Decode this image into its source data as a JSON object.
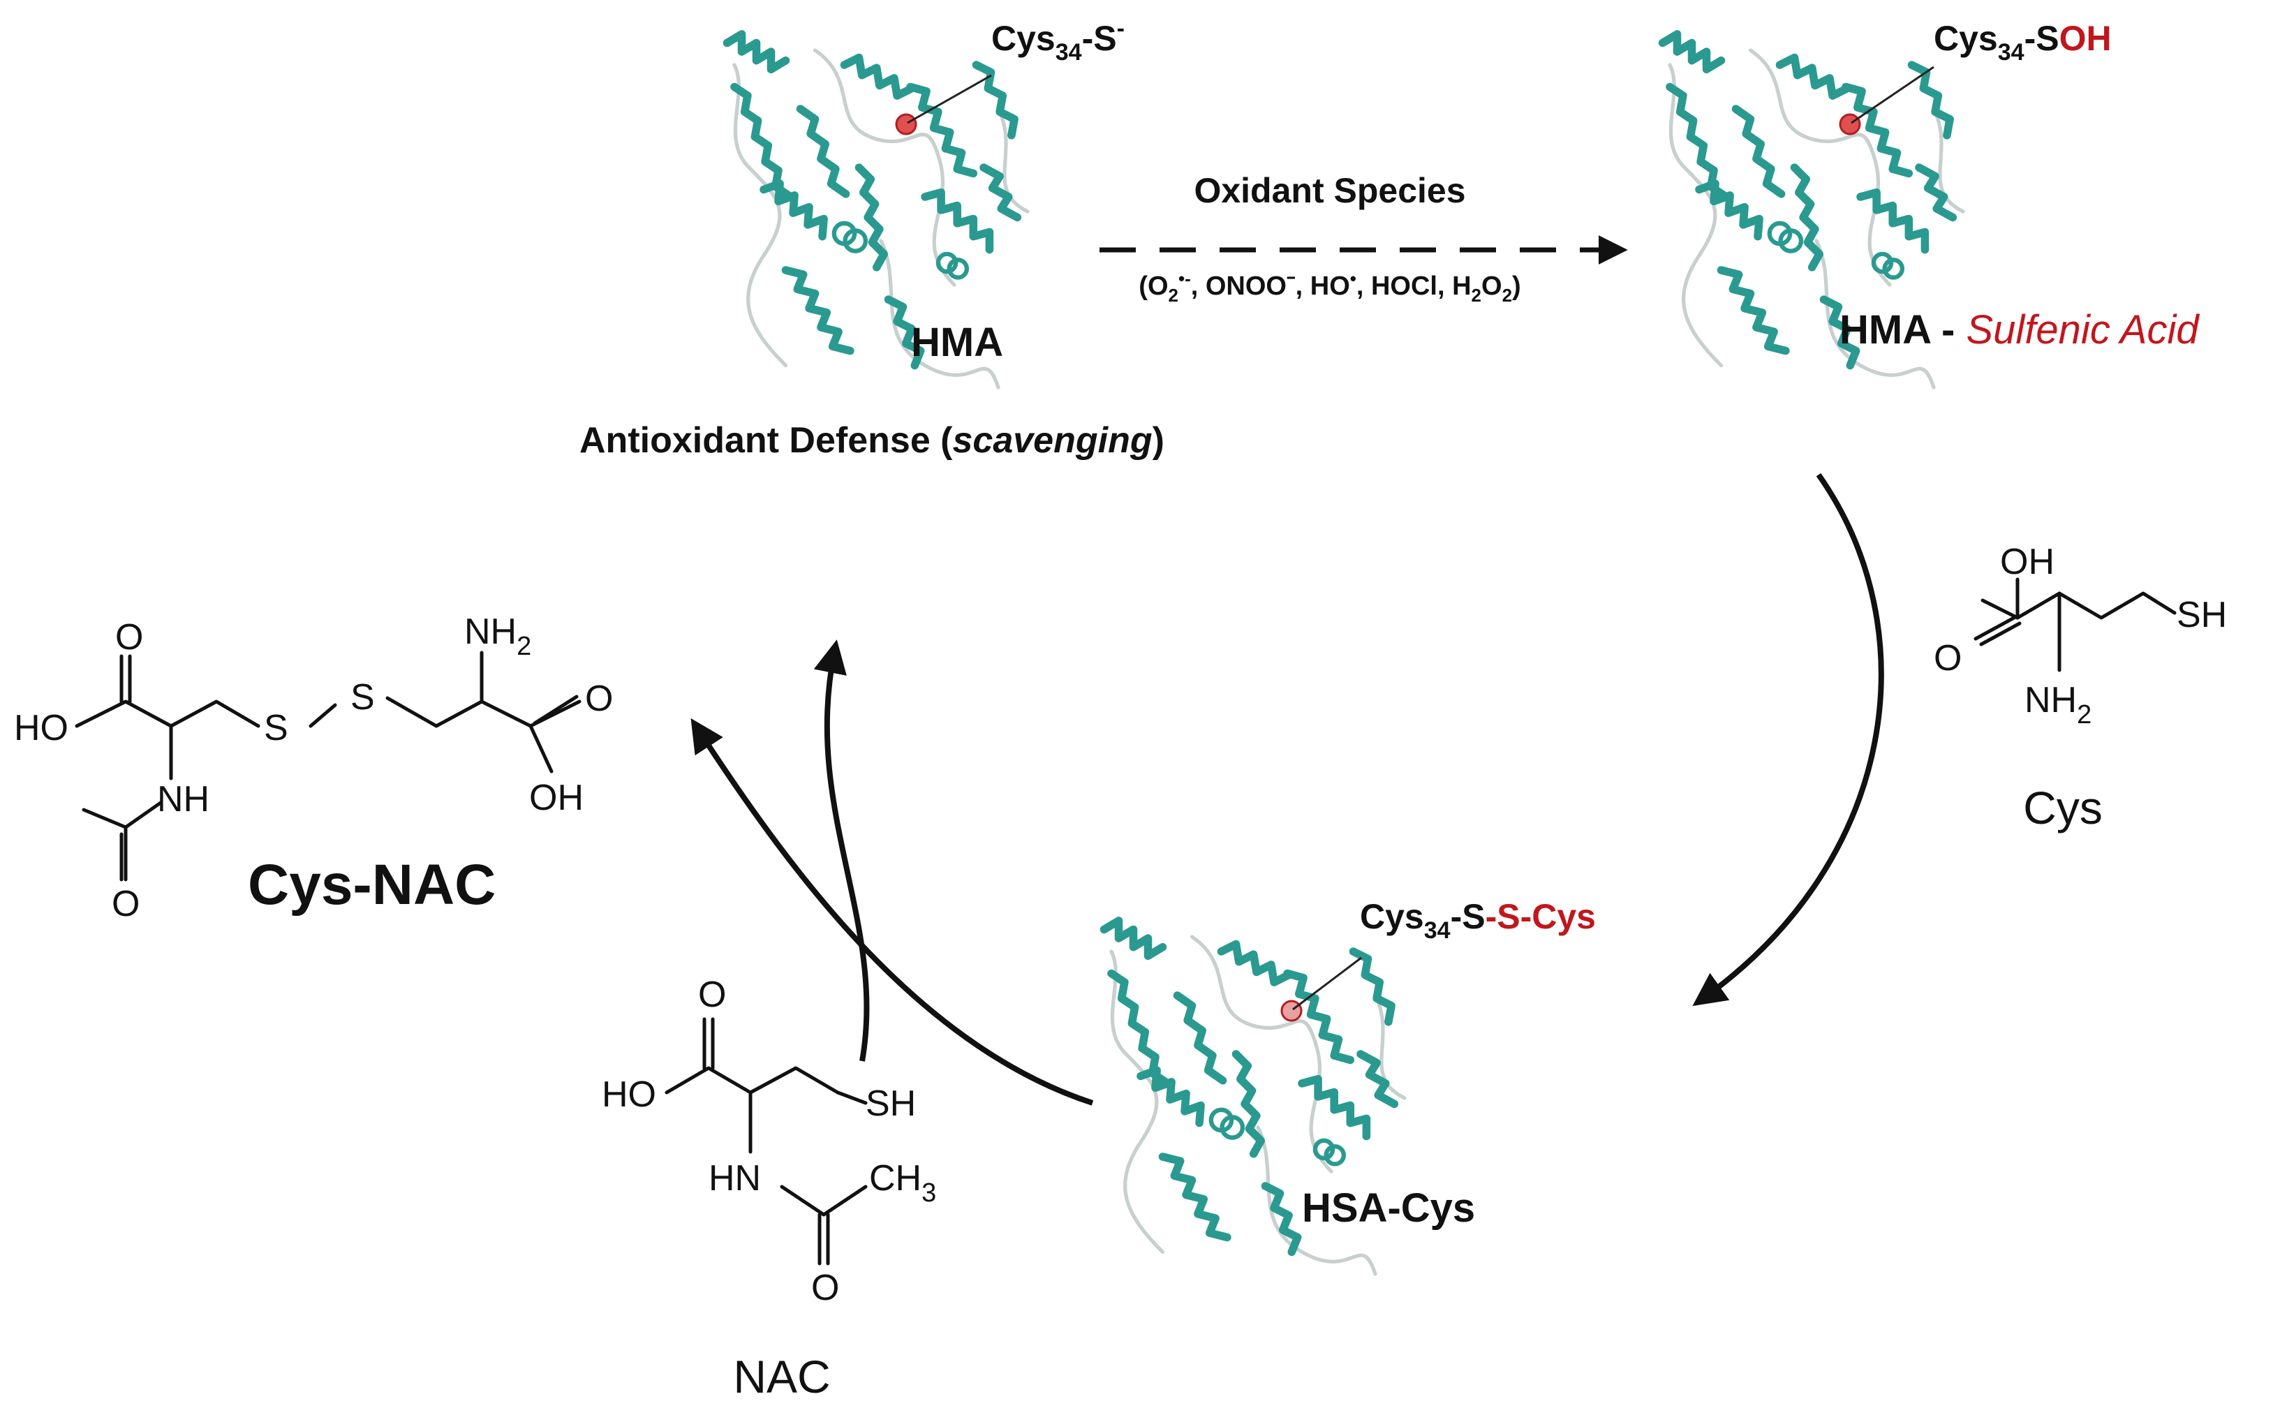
{
  "hma": {
    "site_label_main": "Cys",
    "site_label_sub": "34",
    "site_label_suffix": "-S",
    "site_label_sup": "-",
    "name": "HMA",
    "caption_prefix": "Antioxidant Defense (",
    "caption_italic": "scavenging",
    "caption_suffix": ")"
  },
  "oxidation_step": {
    "title": "Oxidant Species",
    "species_open": "(O",
    "species_sub1": "2",
    "species_sup1": "•-",
    "species_mid": ", ONOOˉ, HO",
    "species_sup2": "•",
    "species_rest": ", HOCl, H",
    "species_sub2": "2",
    "species_o": "O",
    "species_sub3": "2",
    "species_close": ")"
  },
  "hma_sulfenic": {
    "site_label_main": "Cys",
    "site_label_sub": "34",
    "site_label_suffix": "-S",
    "site_label_red": "OH",
    "name_prefix": "HMA - ",
    "name_red_italic": "Sulfenic Acid"
  },
  "cys_molecule": {
    "oh": "OH",
    "o": "O",
    "sh": "SH",
    "nh": "NH",
    "nh_sub": "2",
    "name": "Cys"
  },
  "hsa_cys": {
    "site_label_main": "Cys",
    "site_label_sub": "34",
    "site_label_suffix": "-S",
    "site_label_red": "-S-Cys",
    "name": "HSA-Cys"
  },
  "nac_molecule": {
    "o_top": "O",
    "ho": "HO",
    "sh": "SH",
    "hn": "HN",
    "ch": "CH",
    "ch_sub": "3",
    "o_bottom": "O",
    "name": "NAC"
  },
  "cys_nac_molecule": {
    "o_top": "O",
    "ho": "HO",
    "s1": "S",
    "s2": "S",
    "nh": "NH",
    "nh2": "NH",
    "nh2_sub": "2",
    "o_right": "O",
    "oh": "OH",
    "o_bottom": "O",
    "name": "Cys-NAC"
  },
  "colors": {
    "helix": "#2a9a90",
    "accent_red": "#c0171d",
    "text": "#111111"
  }
}
